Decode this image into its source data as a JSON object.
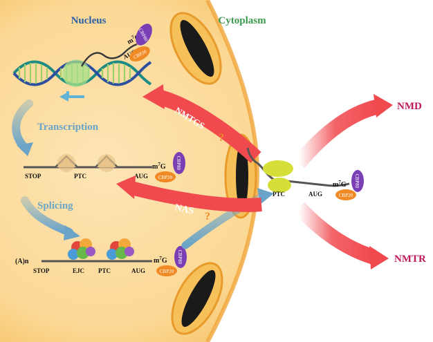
{
  "labels": {
    "nucleus": "Nucleus",
    "cytoplasm": "Cytoplasm",
    "transcription": "Transcription",
    "splicing": "Splicing",
    "nmtgs": "NMTGS",
    "nas": "NAS",
    "nmd": "NMD",
    "nmtr": "NMTR",
    "question": "?"
  },
  "molecules": {
    "m7g_sup": "7",
    "m7g_m": "m",
    "m7g_g": "G",
    "cbp80": "CBP80",
    "cbp20": "CBP20"
  },
  "features": {
    "aug": "AUG",
    "ptc": "PTC",
    "stop": "STOP",
    "ejc": "EJC",
    "polyA": "(A)n"
  },
  "colors": {
    "nucleus_fill": "#f9d38a",
    "nuclear_rim": "#f1a53a",
    "arrow_red": "#f0494e",
    "label_blue": "#2a5fa8",
    "label_green": "#3a9a4c",
    "label_magenta": "#c0185a",
    "cbp80": "#7b3fb5",
    "cbp20": "#f08a24",
    "ribosome": "#d6df3a",
    "process_blue": "#6aa4c9"
  }
}
